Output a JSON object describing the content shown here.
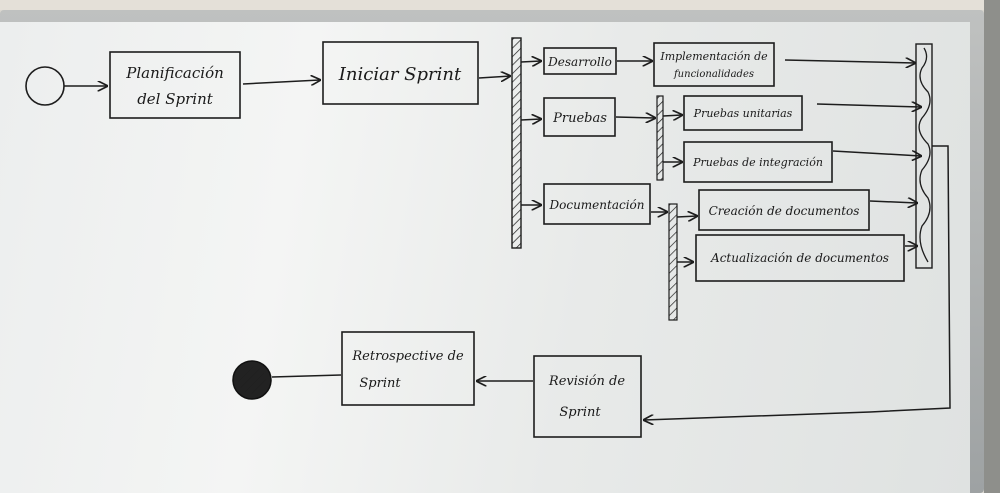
{
  "nodes": {
    "planificacion": [
      "Planificación",
      "del Sprint"
    ],
    "iniciar": [
      "Iniciar Sprint"
    ],
    "desarrollo": [
      "Desarrollo"
    ],
    "pruebas": [
      "Pruebas"
    ],
    "documentacion": [
      "Documentación"
    ],
    "implementacion": [
      "Implementación de",
      "funcionalidades"
    ],
    "pruebas_unitarias": [
      "Pruebas unitarias"
    ],
    "pruebas_integracion": [
      "Pruebas de integración"
    ],
    "creacion_docs": [
      "Creación de documentos"
    ],
    "actualizacion_docs": [
      "Actualización de documentos"
    ],
    "revision": [
      "Revisión de",
      "Sprint"
    ],
    "retrospectiva": [
      "Retrospective de",
      "Sprint"
    ]
  },
  "colors": {
    "ink": "#1d1d1d",
    "board": "#eceeee"
  }
}
